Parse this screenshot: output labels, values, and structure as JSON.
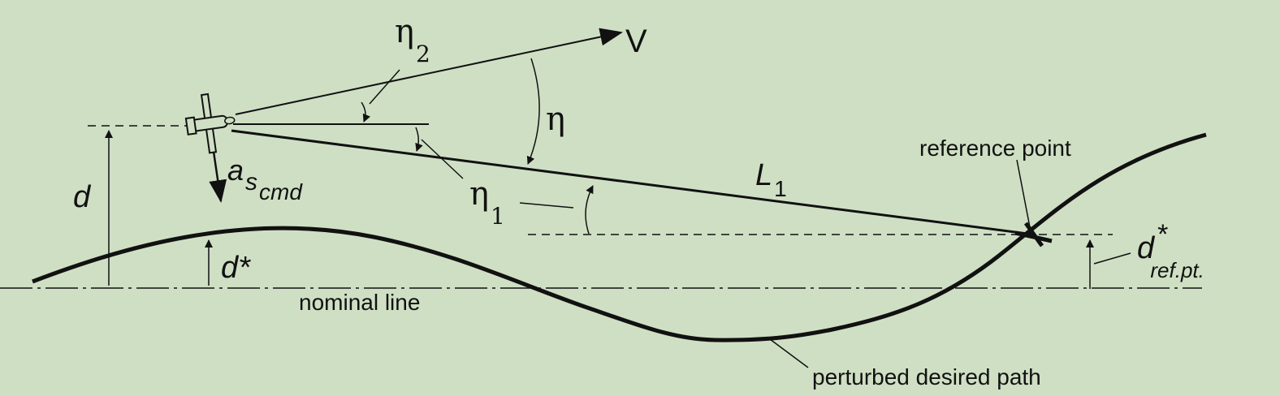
{
  "diagram": {
    "background": "#cfdfc4",
    "ink": "#111111",
    "labels": {
      "velocity": "V",
      "eta2": "η",
      "eta2_sub": "2",
      "eta": "η",
      "eta1": "η",
      "eta1_sub": "1",
      "L1": "L",
      "L1_sub": "1",
      "d": "d",
      "a": "a",
      "a_sub_s": "s",
      "a_sub_cmd": "cmd",
      "dstar": "d*",
      "dref": "d",
      "dref_star": "*",
      "dref_sub": "ref.pt.",
      "reference_point": "reference point",
      "nominal_line": "nominal line",
      "perturbed_path": "perturbed desired path"
    }
  }
}
